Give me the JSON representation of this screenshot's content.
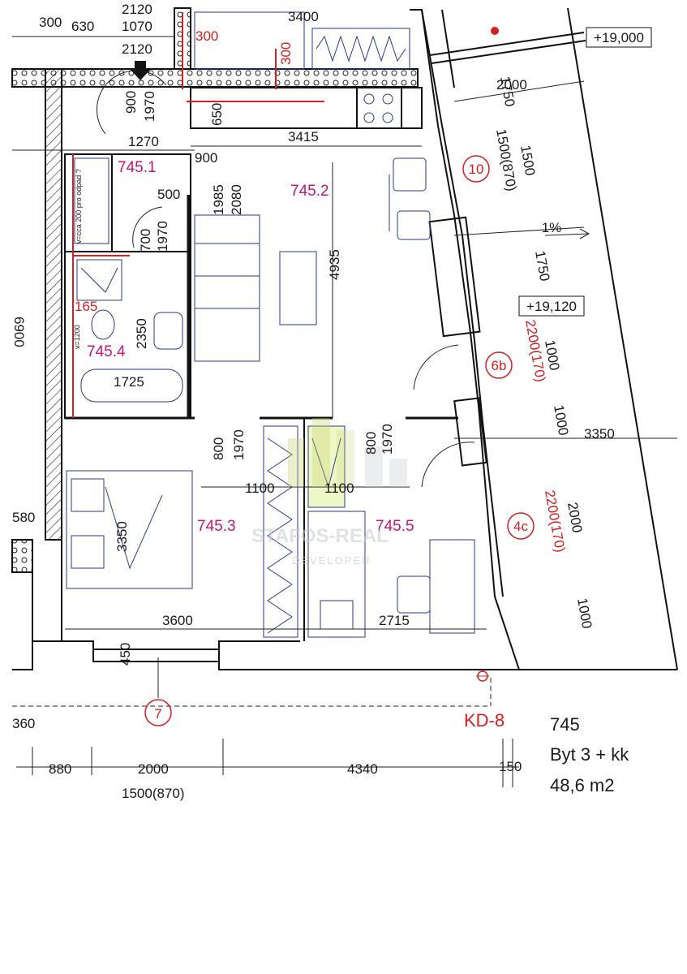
{
  "plan": {
    "unit_number": "745",
    "unit_type": "Byt 3 + kk",
    "unit_area": "48,6 m2",
    "sheet_code": "KD-8"
  },
  "rooms": [
    {
      "id": "745.1"
    },
    {
      "id": "745.2"
    },
    {
      "id": "745.3"
    },
    {
      "id": "745.4"
    },
    {
      "id": "745.5"
    }
  ],
  "levels": {
    "top": "+19,000",
    "mid": "+19,120"
  },
  "markers": {
    "m10": "10",
    "m6b": "6b",
    "m4c": "4c",
    "m7": "7"
  },
  "slope": "1%",
  "notes": {
    "bath_vent": "v=cca 200 pro odpad ?",
    "bath_height": "v=1200"
  },
  "watermark": {
    "name": "STAFOS-REAL",
    "sub": "DEVELOPER"
  },
  "dims": {
    "d2120a": "2120",
    "d1070": "1070",
    "d2120b": "2120",
    "d300a": "300",
    "d630": "630",
    "d3400": "3400",
    "r300a": "300",
    "r300b": "300",
    "d900a": "900",
    "d1970a": "1970",
    "d650": "650",
    "d3415": "3415",
    "d1270": "1270",
    "d900b": "900",
    "d500": "500",
    "d1985": "1985",
    "d2080": "2080",
    "d700": "700",
    "d1970b": "1970",
    "d4935": "4935",
    "r165": "165",
    "d2350": "2350",
    "d1725": "1725",
    "d1750a": "1750",
    "d2000a": "2000",
    "d1500_870": "1500(870)",
    "d1500": "1500",
    "d1750b": "1750",
    "r2200_170a": "2200(170)",
    "d1000a": "1000",
    "d1000b": "1000",
    "d3350a": "3350",
    "r2200_170b": "2200(170)",
    "d2000b": "2000",
    "d1000c": "1000",
    "d800a": "800",
    "d1970c": "1970",
    "d800b": "800",
    "d1970d": "1970",
    "d1100a": "1100",
    "d1100b": "1100",
    "d3350b": "3350",
    "d580": "580",
    "d6900": "6900",
    "d3600": "3600",
    "d2715": "2715",
    "d450": "450",
    "d360": "360",
    "d880": "880",
    "d2000c": "2000",
    "d4340": "4340",
    "d150": "150",
    "d1500_870b": "1500(870)"
  }
}
